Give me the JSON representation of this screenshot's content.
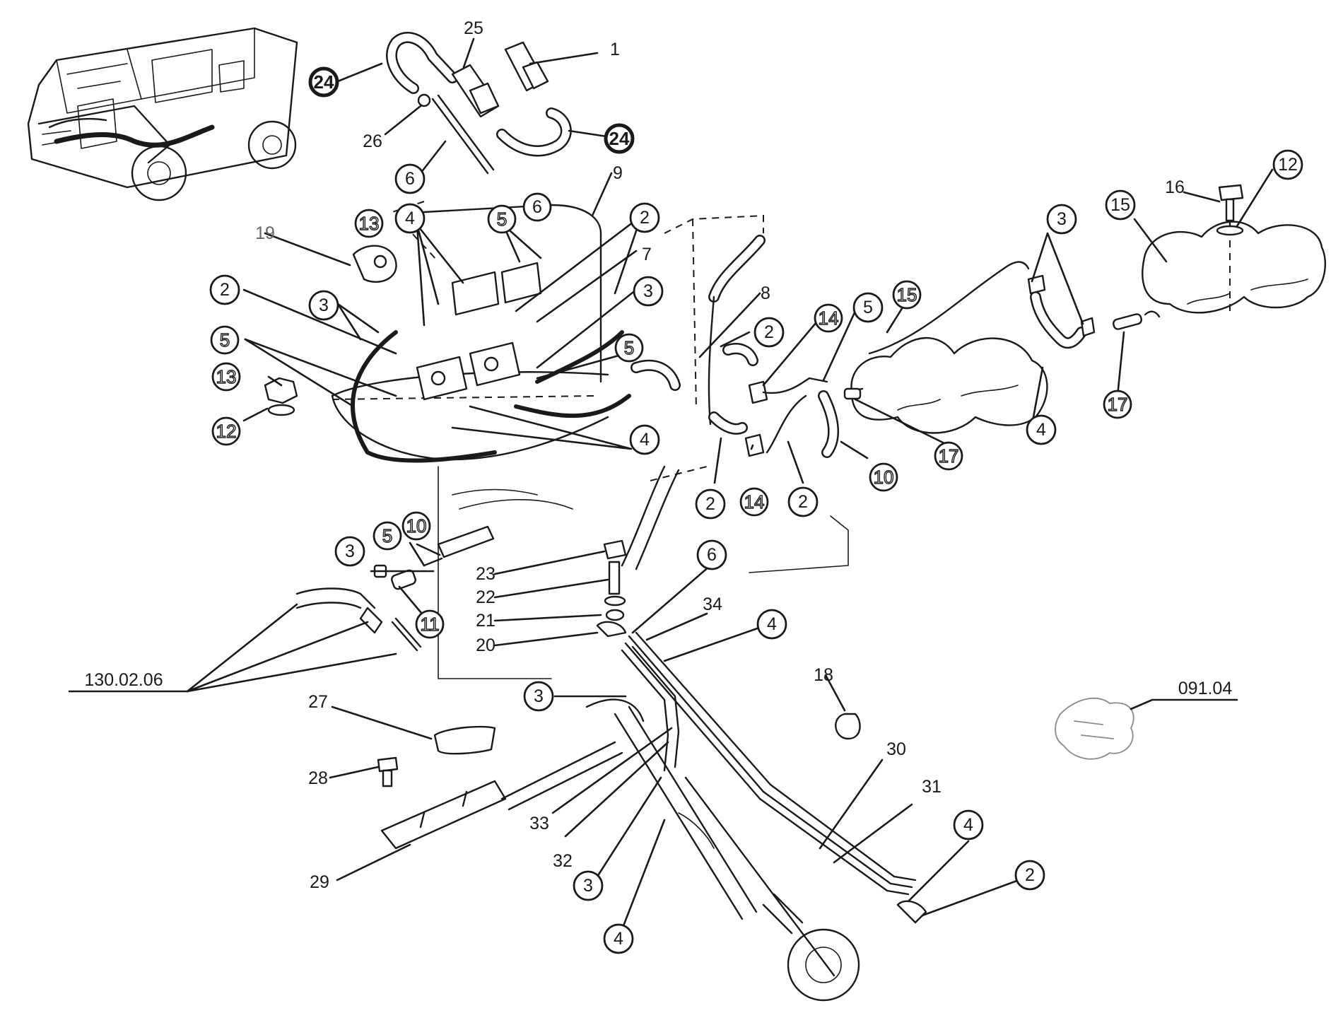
{
  "diagram": {
    "callouts": [
      {
        "id": "c25",
        "label": "25",
        "style": "plain"
      },
      {
        "id": "c1",
        "label": "1",
        "style": "plain"
      },
      {
        "id": "c24a",
        "label": "24",
        "style": "bold"
      },
      {
        "id": "c24b",
        "label": "24",
        "style": "bold"
      },
      {
        "id": "c26",
        "label": "26",
        "style": "plain"
      },
      {
        "id": "c6a",
        "label": "6",
        "style": "circle"
      },
      {
        "id": "c9",
        "label": "9",
        "style": "plain"
      },
      {
        "id": "c13a",
        "label": "13",
        "style": "outline"
      },
      {
        "id": "c19",
        "label": "19",
        "style": "grey"
      },
      {
        "id": "c4a",
        "label": "4",
        "style": "circle"
      },
      {
        "id": "c5a",
        "label": "5",
        "style": "outline"
      },
      {
        "id": "c6b",
        "label": "6",
        "style": "circle"
      },
      {
        "id": "c2a",
        "label": "2",
        "style": "circle"
      },
      {
        "id": "c7",
        "label": "7",
        "style": "plain"
      },
      {
        "id": "c2b",
        "label": "2",
        "style": "circle"
      },
      {
        "id": "c3a",
        "label": "3",
        "style": "circle"
      },
      {
        "id": "c3b",
        "label": "3",
        "style": "circle"
      },
      {
        "id": "c5b",
        "label": "5",
        "style": "outline"
      },
      {
        "id": "c5c",
        "label": "5",
        "style": "outline"
      },
      {
        "id": "c13b",
        "label": "13",
        "style": "outline"
      },
      {
        "id": "c12a",
        "label": "12",
        "style": "outline"
      },
      {
        "id": "c4b",
        "label": "4",
        "style": "circle"
      },
      {
        "id": "c8",
        "label": "8",
        "style": "plain"
      },
      {
        "id": "c2c",
        "label": "2",
        "style": "circle"
      },
      {
        "id": "c14a",
        "label": "14",
        "style": "outline"
      },
      {
        "id": "c5d",
        "label": "5",
        "style": "circle"
      },
      {
        "id": "c15a",
        "label": "15",
        "style": "outline"
      },
      {
        "id": "c3c",
        "label": "3",
        "style": "circle"
      },
      {
        "id": "c15b",
        "label": "15",
        "style": "circle"
      },
      {
        "id": "c16",
        "label": "16",
        "style": "plain"
      },
      {
        "id": "c12b",
        "label": "12",
        "style": "circle"
      },
      {
        "id": "c17a",
        "label": "17",
        "style": "outline"
      },
      {
        "id": "c17b",
        "label": "17",
        "style": "outline"
      },
      {
        "id": "c4c",
        "label": "4",
        "style": "circle"
      },
      {
        "id": "c10a",
        "label": "10",
        "style": "outline"
      },
      {
        "id": "c2d",
        "label": "2",
        "style": "circle"
      },
      {
        "id": "c14b",
        "label": "14",
        "style": "outline"
      },
      {
        "id": "c2e",
        "label": "2",
        "style": "circle"
      },
      {
        "id": "c10b",
        "label": "10",
        "style": "outline"
      },
      {
        "id": "c5e",
        "label": "5",
        "style": "outline"
      },
      {
        "id": "c3d",
        "label": "3",
        "style": "circle"
      },
      {
        "id": "c11",
        "label": "11",
        "style": "outline"
      },
      {
        "id": "c23",
        "label": "23",
        "style": "plain"
      },
      {
        "id": "c22",
        "label": "22",
        "style": "plain"
      },
      {
        "id": "c21",
        "label": "21",
        "style": "plain"
      },
      {
        "id": "c20",
        "label": "20",
        "style": "plain"
      },
      {
        "id": "c6c",
        "label": "6",
        "style": "circle"
      },
      {
        "id": "c34",
        "label": "34",
        "style": "plain"
      },
      {
        "id": "c4d",
        "label": "4",
        "style": "circle"
      },
      {
        "id": "c3e",
        "label": "3",
        "style": "circle"
      },
      {
        "id": "c18",
        "label": "18",
        "style": "plain"
      },
      {
        "id": "c27",
        "label": "27",
        "style": "plain"
      },
      {
        "id": "c28",
        "label": "28",
        "style": "plain"
      },
      {
        "id": "c29",
        "label": "29",
        "style": "plain"
      },
      {
        "id": "c33",
        "label": "33",
        "style": "plain"
      },
      {
        "id": "c32",
        "label": "32",
        "style": "plain"
      },
      {
        "id": "c3f",
        "label": "3",
        "style": "circle"
      },
      {
        "id": "c4e",
        "label": "4",
        "style": "circle"
      },
      {
        "id": "c30",
        "label": "30",
        "style": "plain"
      },
      {
        "id": "c31",
        "label": "31",
        "style": "plain"
      },
      {
        "id": "c4f",
        "label": "4",
        "style": "circle"
      },
      {
        "id": "c2f",
        "label": "2",
        "style": "circle"
      }
    ],
    "references": {
      "ref_left": "130.02.06",
      "ref_right": "091.04"
    }
  }
}
